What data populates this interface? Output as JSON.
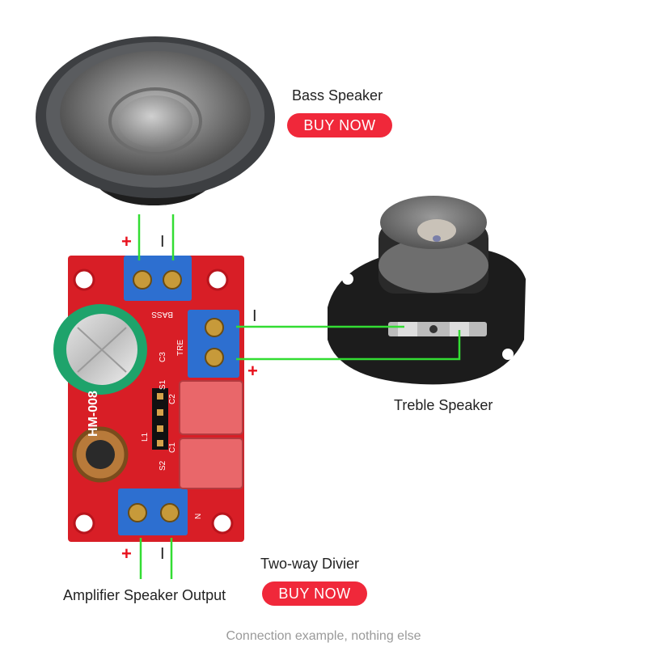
{
  "bass": {
    "label": "Bass Speaker",
    "buy_label": "BUY NOW"
  },
  "treble": {
    "label": "Treble Speaker"
  },
  "divider": {
    "label": "Two-way Divier",
    "buy_label": "BUY NOW",
    "board_silk": {
      "bass": "BASS",
      "tre": "TRE",
      "c3": "C3",
      "c2": "C2",
      "c1": "C1",
      "s1": "S1",
      "s2": "S2",
      "l1": "L1",
      "n": "N",
      "model": "HM-008"
    }
  },
  "amplifier": {
    "label": "Amplifier Speaker Output"
  },
  "polarity": {
    "plus": "+",
    "minus": "I"
  },
  "caption": "Connection example, nothing else",
  "colors": {
    "wire": "#33dd33",
    "button": "#f0283a",
    "board": "#d81e26",
    "terminal": "#2d6fd0"
  }
}
